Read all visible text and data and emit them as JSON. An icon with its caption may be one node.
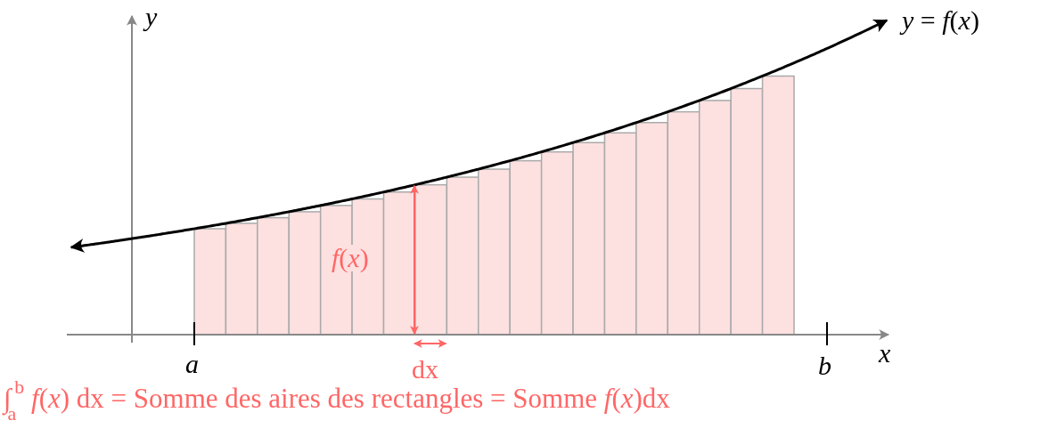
{
  "diagram": {
    "labels": [
      "y",
      "*y* = *f*(*x*)",
      "*f*(*x*)",
      "a",
      "dx",
      "b",
      "x",
      "∫$_{a}$$^{b}$ *f*(*x*) dx = Somme des aires des rectangles = Somme *f*(*x*)dx"
    ]
  }
}
